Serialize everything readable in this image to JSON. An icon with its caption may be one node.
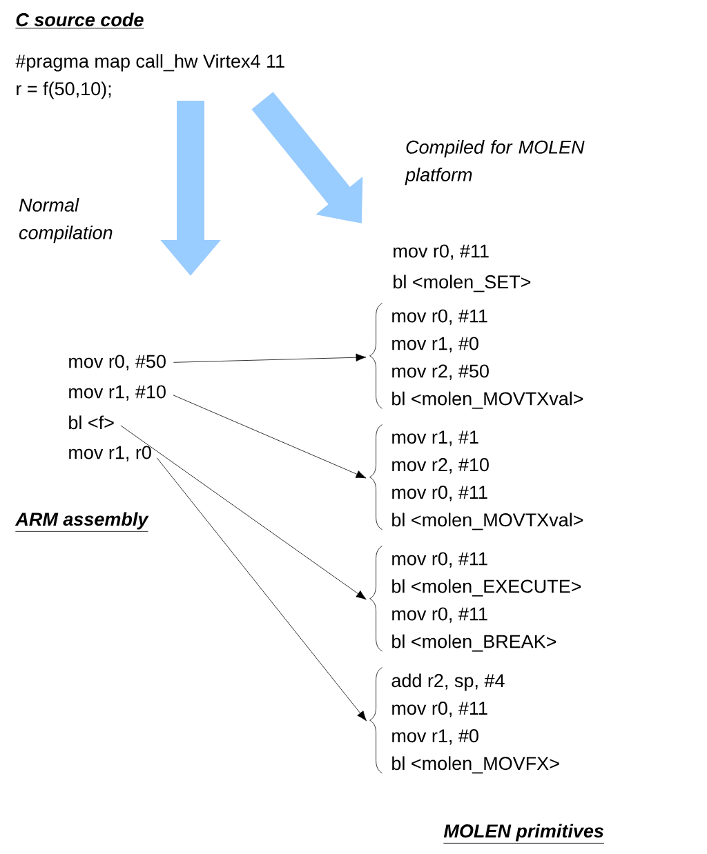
{
  "diagram": {
    "nodes": [
      {
        "text": [
          "#pragma map call_hw Virtex4 11",
          "r = f(50,10);"
        ]
      },
      {
        "text": [
          "mov r0, #50"
        ]
      },
      {
        "text": [
          "mov r1, #10"
        ]
      },
      {
        "text": [
          "bl <f>"
        ]
      },
      {
        "text": [
          "mov r1, r0"
        ]
      },
      {
        "text": [
          "mov r0, #11",
          "mov r1, #0",
          "mov r2, #50",
          "bl <molen_MOVTXval>"
        ]
      },
      {
        "text": [
          "mov r1, #1",
          "mov r2, #10",
          "mov r0, #11",
          "bl <molen_MOVTXval>"
        ]
      },
      {
        "text": [
          "mov r0, #11",
          "bl <molen_EXECUTE>",
          "mov r0, #11",
          "bl <molen_BREAK>"
        ]
      },
      {
        "text": [
          "add r2, sp, #4",
          "mov r0, #11",
          "mov r1, #0",
          "bl <molen_MOVFX>"
        ]
      }
    ],
    "edges": [
      {
        "from": 0,
        "to": null,
        "arrow": "to",
        "label": "Normal compilation",
        "style": "thick",
        "color": "#99ccff"
      },
      {
        "from": 0,
        "to": null,
        "arrow": "to",
        "label": "Compiled for MOLEN platform",
        "style": "thick",
        "color": "#99ccff"
      },
      {
        "from": 1,
        "to": 5,
        "arrow": "to"
      },
      {
        "from": 2,
        "to": 6,
        "arrow": "to"
      },
      {
        "from": 3,
        "to": 7,
        "arrow": "to"
      },
      {
        "from": 4,
        "to": 8,
        "arrow": "to"
      }
    ],
    "labels": [
      "C source code",
      "mov r0, #11",
      "bl <molen_SET>",
      "ARM assembly",
      "MOLEN primitives"
    ]
  }
}
